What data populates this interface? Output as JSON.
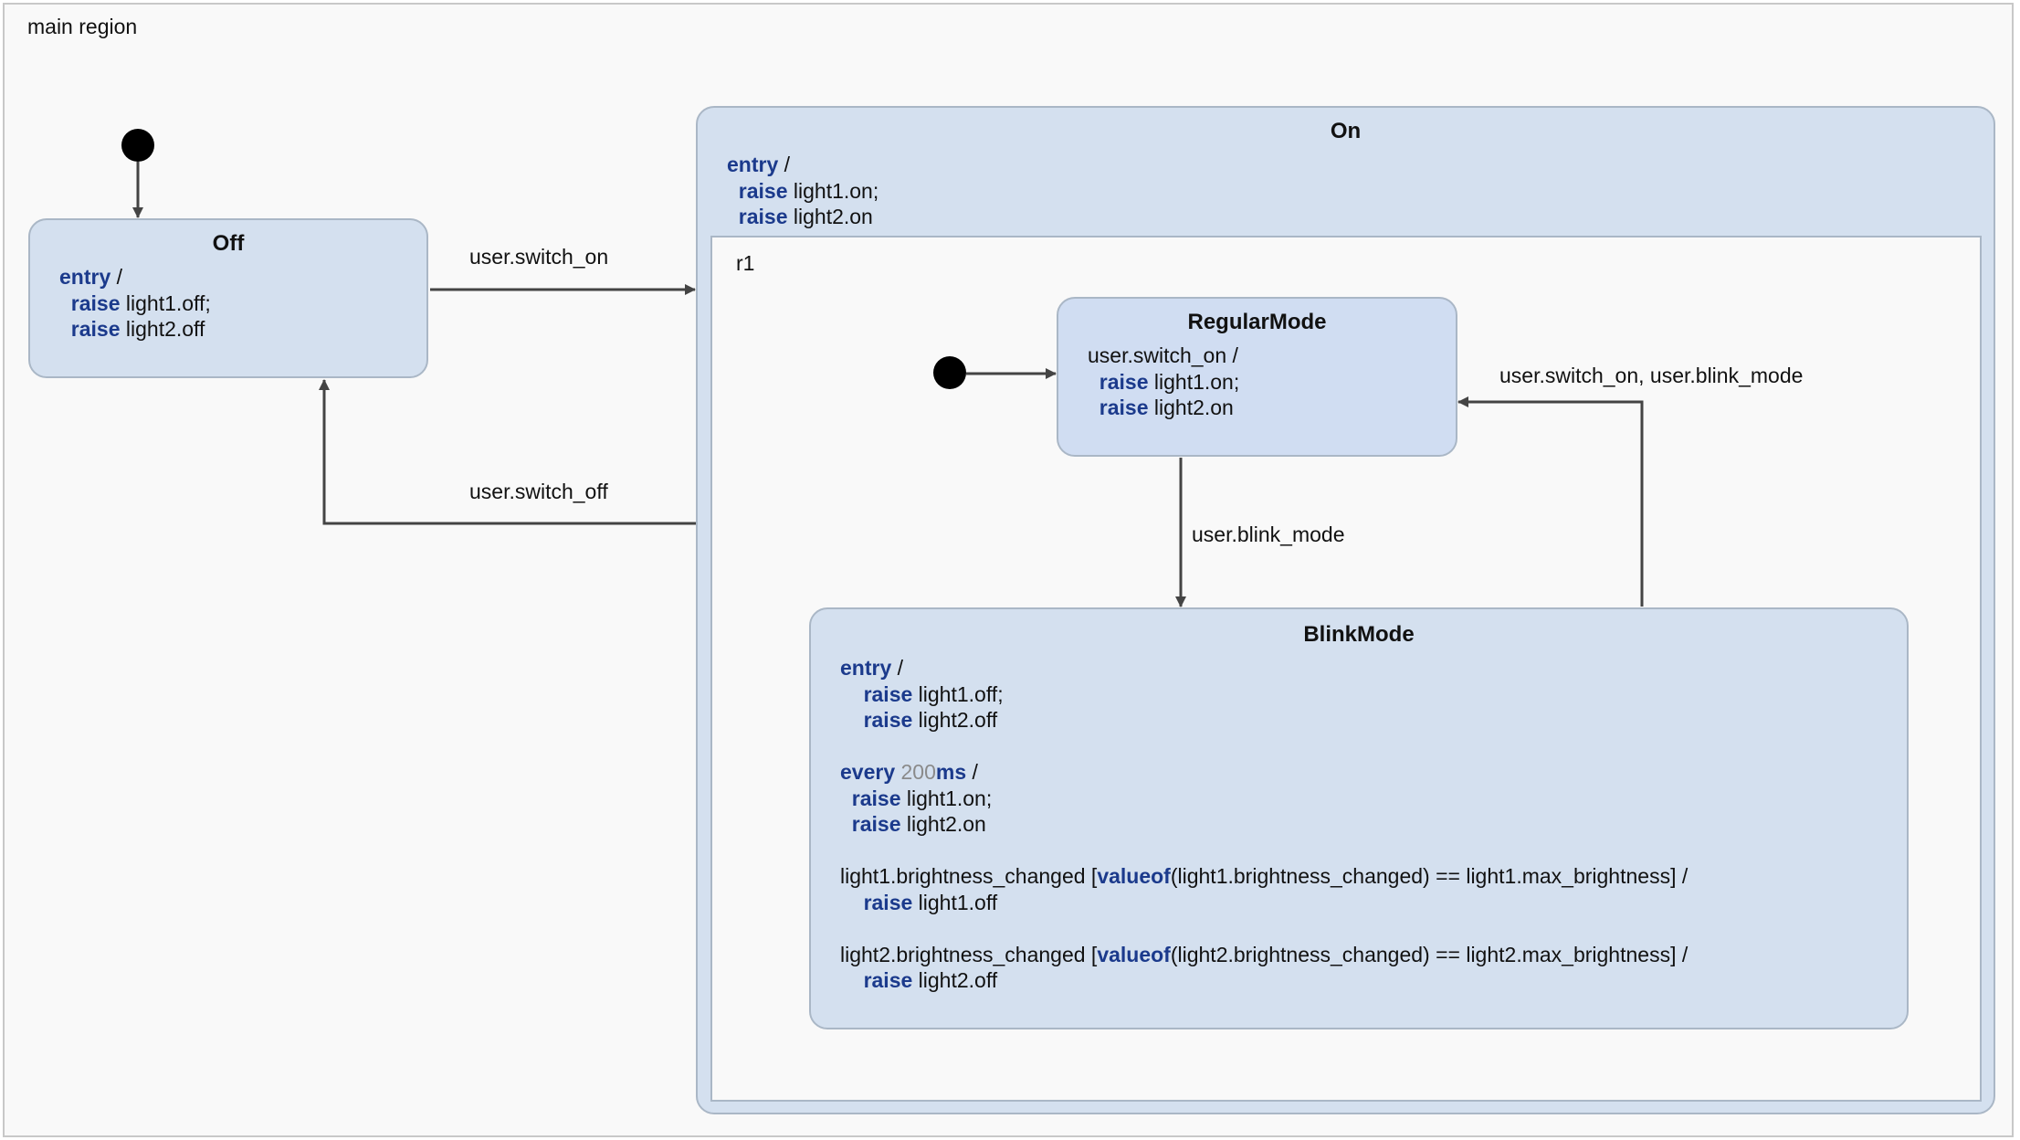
{
  "region": {
    "label": "main region"
  },
  "states": {
    "off": {
      "title": "Off",
      "kw_entry": "entry",
      "slash": " /",
      "kw_raise": "raise",
      "a1": " light1.off;",
      "a2": " light2.off"
    },
    "on": {
      "title": "On",
      "kw_entry": "entry",
      "slash": " /",
      "kw_raise": "raise",
      "a1": " light1.on;",
      "a2": " light2.on",
      "region_label": "r1"
    },
    "regular": {
      "title": "RegularMode",
      "trigger": "user.switch_on /",
      "kw_raise": "raise",
      "a1": " light1.on;",
      "a2": " light2.on"
    },
    "blink": {
      "title": "BlinkMode",
      "kw_entry": "entry",
      "kw_every": "every",
      "kw_ms": "ms",
      "kw_raise": "raise",
      "kw_valueof": "valueof",
      "slash": " /",
      "a_off1": " light1.off;",
      "a_off2": " light2.off",
      "every_value": " 200",
      "a_on1": " light1.on;",
      "a_on2": " light2.on",
      "b1_pre": "light1.brightness_changed [",
      "b1_post": "(light1.brightness_changed) == light1.max_brightness] /",
      "b1_action": " light1.off",
      "b2_pre": "light2.brightness_changed [",
      "b2_post": "(light2.brightness_changed) == light2.max_brightness] /",
      "b2_action": " light2.off"
    }
  },
  "transitions": {
    "off_to_on": "user.switch_on",
    "on_to_off": "user.switch_off",
    "regular_to_blink": "user.blink_mode",
    "blink_to_regular": "user.switch_on, user.blink_mode"
  },
  "colors": {
    "state_fill": "#d4e0ef",
    "state_border": "#aab7c6",
    "keyword": "#1b3a8c",
    "edge": "#444444"
  }
}
